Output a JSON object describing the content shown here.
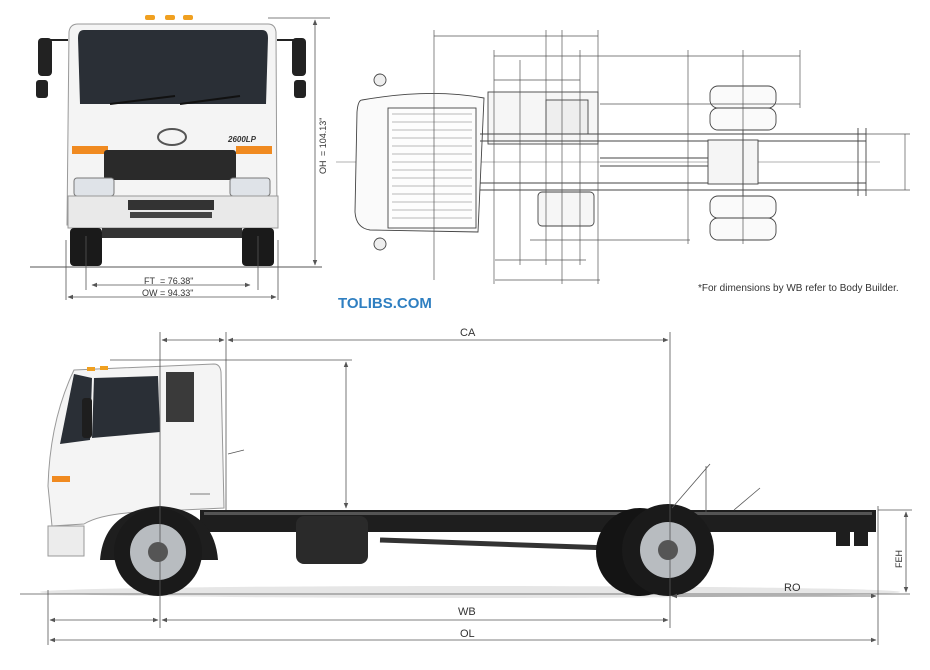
{
  "front_view": {
    "badge": "2600LP",
    "ft_label": "FT",
    "ft_value": "= 76.38\"",
    "ow_label": "OW",
    "ow_value": "= 94.33\"",
    "oh_label": "OH",
    "oh_value": "= 104.13\""
  },
  "top_view": {
    "note": "*For dimensions by WB refer to Body Builder."
  },
  "watermark": "TOLIBS.COM",
  "side_view": {
    "ca_label": "CA",
    "wb_label": "WB",
    "ol_label": "OL",
    "ro_label": "RO",
    "feh_label": "FEH"
  },
  "colors": {
    "cab": "#f4f4f4",
    "chassis": "#1e1e1e",
    "lines": "#555555",
    "watermark": "#2f7fc1",
    "marker_lamp": "#f0a020"
  }
}
